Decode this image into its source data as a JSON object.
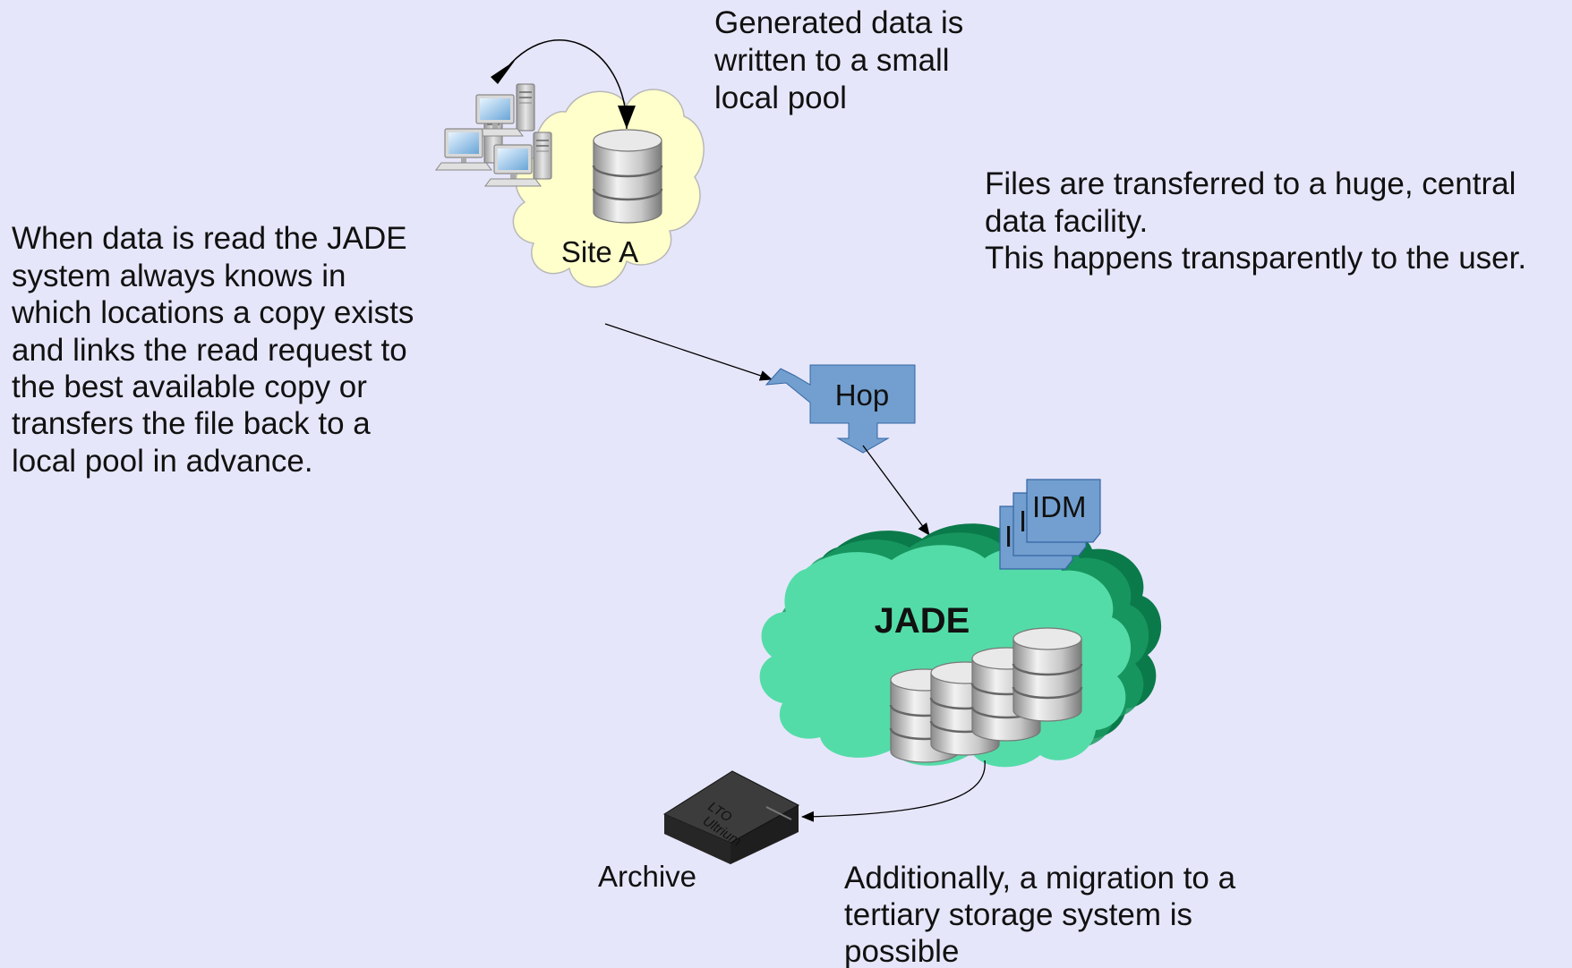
{
  "texts": {
    "generated": [
      "Generated data is",
      "written to a small",
      "local pool"
    ],
    "transfer": [
      "Files are transferred to a huge, central",
      "data facility.",
      "This happens transparently to the user."
    ],
    "read": [
      "When data is read the JADE",
      "system always knows in",
      "which locations a copy exists",
      "and links the read request to",
      "the best available copy or",
      "transfers the file back to a",
      "local pool in advance."
    ],
    "migration": [
      "Additionally, a migration to a",
      "tertiary storage system is",
      "possible"
    ]
  },
  "nodes": {
    "site_a": "Site A",
    "hop": "Hop",
    "jade": "JADE",
    "idm_front": "IDM",
    "idm_mid": "I",
    "idm_back": "I",
    "archive": "Archive",
    "tape_brand_line1": "LTO",
    "tape_brand_line2": "Ultrium"
  },
  "colors": {
    "background": "#e6e6fa",
    "site_cloud": "#ffffcc",
    "jade_cloud": "#54dca8",
    "jade_cloud_shadow": "#0a7a4a",
    "hop": "#729fcf",
    "idm": "#729fcf"
  },
  "icons": [
    "computer-icon",
    "database-icon",
    "tape-cartridge-icon"
  ]
}
